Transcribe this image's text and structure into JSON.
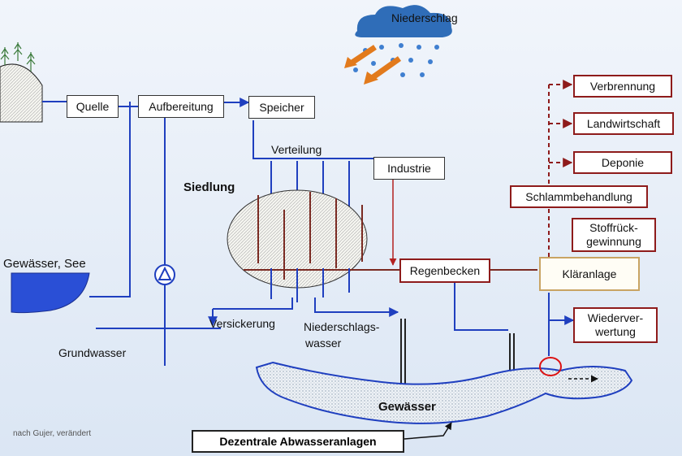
{
  "diagram": {
    "precipitation": "Niederschlag",
    "source": "Quelle",
    "treatment": "Aufbereitung",
    "storage": "Speicher",
    "distribution": "Verteilung",
    "industry": "Industrie",
    "settlement": "Siedlung",
    "lake": "Gewässer, See",
    "groundwater": "Grundwasser",
    "infiltration": "Versickerung",
    "stormwater_line1": "Niederschlags-",
    "stormwater_line2": "wasser",
    "rain_basin": "Regenbecken",
    "wwtp": "Kläranlage",
    "incineration": "Verbrennung",
    "agriculture": "Landwirtschaft",
    "landfill": "Deponie",
    "sludge_treatment": "Schlammbehandlung",
    "recovery_line1": "Stoffrück-",
    "recovery_line2": "gewinnung",
    "reuse_line1": "Wiederver-",
    "reuse_line2": "wertung",
    "water_body": "Gewässer",
    "decentral": "Dezentrale Abwasseranlagen",
    "credit": "nach Gujer, verändert"
  },
  "colors": {
    "water_blue": "#1f3fbf",
    "waste_brown": "#7a2a22",
    "sludge_dashed": "#8e1b1b",
    "lake_fill": "#2a4fd6",
    "settlement_fill": "#e8e8e8"
  }
}
